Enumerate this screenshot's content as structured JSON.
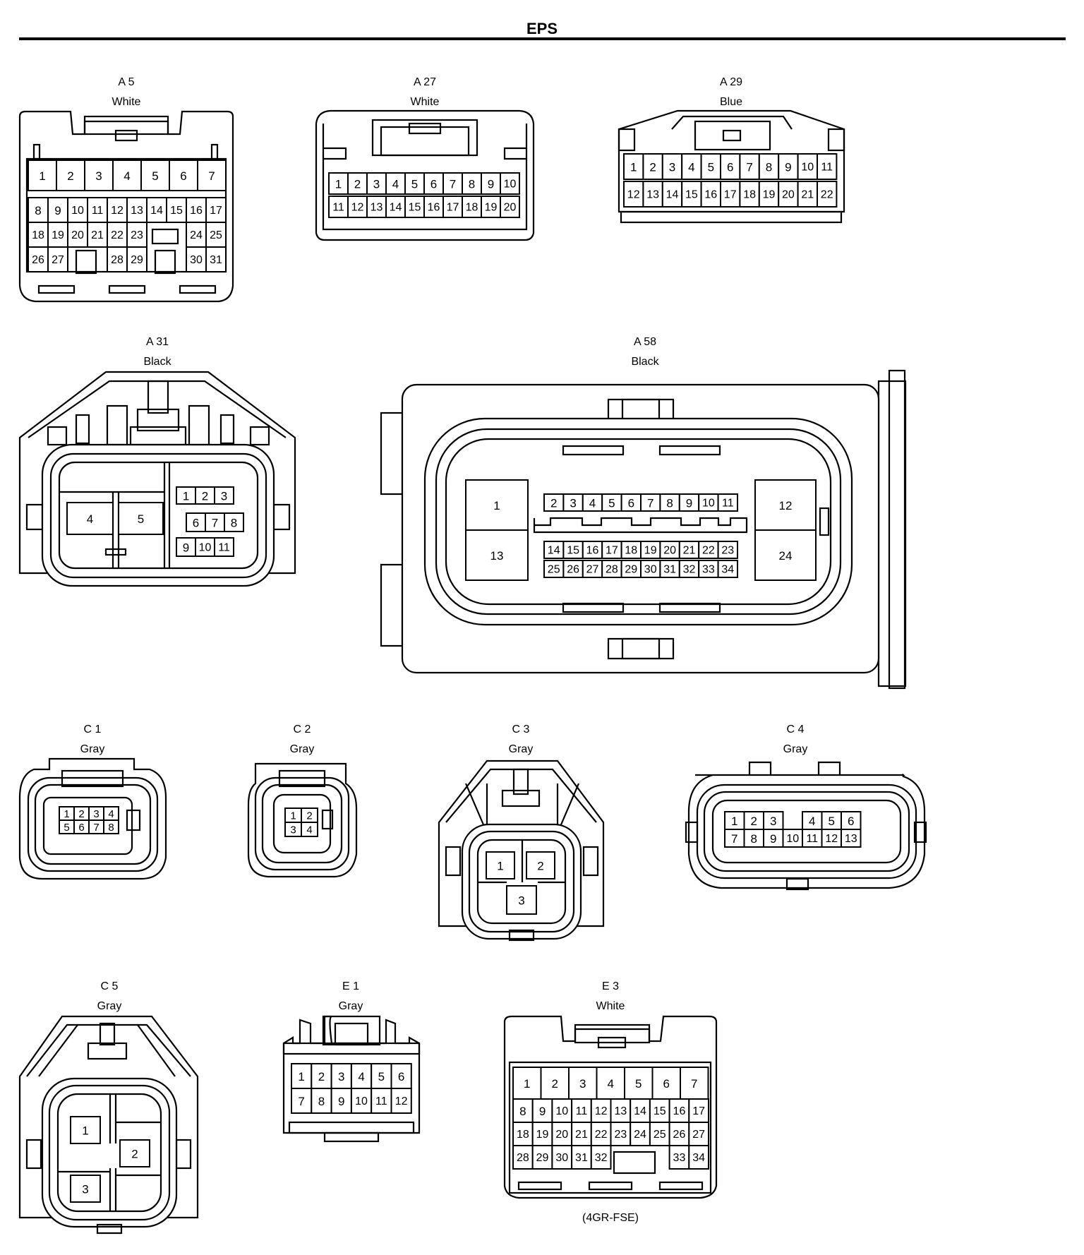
{
  "page_title": "EPS",
  "footnote": "(4GR-FSE)",
  "connectors": [
    {
      "id": "A 5",
      "color": "White",
      "pins": [
        "1",
        "2",
        "3",
        "4",
        "5",
        "6",
        "7",
        "8",
        "9",
        "10",
        "11",
        "12",
        "13",
        "14",
        "15",
        "16",
        "17",
        "18",
        "19",
        "20",
        "21",
        "22",
        "23",
        "24",
        "25",
        "26",
        "27",
        "28",
        "29",
        "30",
        "31"
      ]
    },
    {
      "id": "A 27",
      "color": "White",
      "pins": [
        "1",
        "2",
        "3",
        "4",
        "5",
        "6",
        "7",
        "8",
        "9",
        "10",
        "11",
        "12",
        "13",
        "14",
        "15",
        "16",
        "17",
        "18",
        "19",
        "20"
      ]
    },
    {
      "id": "A 29",
      "color": "Blue",
      "pins": [
        "1",
        "2",
        "3",
        "4",
        "5",
        "6",
        "7",
        "8",
        "9",
        "10",
        "11",
        "12",
        "13",
        "14",
        "15",
        "16",
        "17",
        "18",
        "19",
        "20",
        "21",
        "22"
      ]
    },
    {
      "id": "A 31",
      "color": "Black",
      "pins": [
        "1",
        "2",
        "3",
        "4",
        "5",
        "6",
        "7",
        "8",
        "9",
        "10",
        "11"
      ]
    },
    {
      "id": "A 58",
      "color": "Black",
      "pins": [
        "1",
        "2",
        "3",
        "4",
        "5",
        "6",
        "7",
        "8",
        "9",
        "10",
        "11",
        "12",
        "13",
        "14",
        "15",
        "16",
        "17",
        "18",
        "19",
        "20",
        "21",
        "22",
        "23",
        "24",
        "25",
        "26",
        "27",
        "28",
        "29",
        "30",
        "31",
        "32",
        "33",
        "34"
      ]
    },
    {
      "id": "C 1",
      "color": "Gray",
      "pins": [
        "1",
        "2",
        "3",
        "4",
        "5",
        "6",
        "7",
        "8"
      ]
    },
    {
      "id": "C 2",
      "color": "Gray",
      "pins": [
        "1",
        "2",
        "3",
        "4"
      ]
    },
    {
      "id": "C 3",
      "color": "Gray",
      "pins": [
        "1",
        "2",
        "3"
      ]
    },
    {
      "id": "C 4",
      "color": "Gray",
      "pins": [
        "1",
        "2",
        "3",
        "4",
        "5",
        "6",
        "7",
        "8",
        "9",
        "10",
        "11",
        "12",
        "13"
      ]
    },
    {
      "id": "C 5",
      "color": "Gray",
      "pins": [
        "1",
        "2",
        "3"
      ]
    },
    {
      "id": "E 1",
      "color": "Gray",
      "pins": [
        "1",
        "2",
        "3",
        "4",
        "5",
        "6",
        "7",
        "8",
        "9",
        "10",
        "11",
        "12"
      ]
    },
    {
      "id": "E 3",
      "color": "White",
      "pins": [
        "1",
        "2",
        "3",
        "4",
        "5",
        "6",
        "7",
        "8",
        "9",
        "10",
        "11",
        "12",
        "13",
        "14",
        "15",
        "16",
        "17",
        "18",
        "19",
        "20",
        "21",
        "22",
        "23",
        "24",
        "25",
        "26",
        "27",
        "28",
        "29",
        "30",
        "31",
        "32",
        "33",
        "34"
      ]
    }
  ]
}
